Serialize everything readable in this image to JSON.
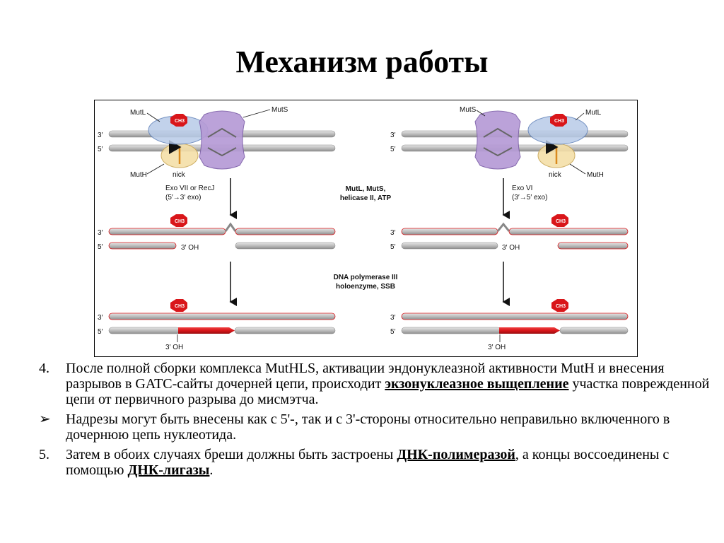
{
  "title": "Механизм работы",
  "diagram": {
    "left": {
      "mutl": "MutL",
      "muts": "MutS",
      "muth": "MutH",
      "nick": "nick",
      "ch3": "CH3",
      "strand_top": "3′",
      "strand_bottom": "5′",
      "exo_line1": "Exo VII or RecJ",
      "exo_line2": "(5′→3′ exo)",
      "oh_mid": "3′ OH",
      "oh_bottom": "3′ OH"
    },
    "right": {
      "mutl": "MutL",
      "muts": "MutS",
      "muth": "MutH",
      "nick": "nick",
      "ch3": "CH3",
      "strand_top": "3′",
      "strand_bottom": "5′",
      "exo_line1": "Exo VI",
      "exo_line2": "(3′→5′ exo)",
      "oh_mid": "3′ OH",
      "oh_bottom": "3′ OH"
    },
    "center_top_line1": "MutL, MutS,",
    "center_top_line2": "helicase II, ATP",
    "center_mid_line1": "DNA polymerase III",
    "center_mid_line2": "holoenzyme, SSB",
    "colors": {
      "strand": "#c8c8c8",
      "strand_edge": "#888888",
      "red": "#d9161a",
      "muts": "#b69bd6",
      "mutl": "#b8cbe8",
      "muth": "#f4dfa8"
    }
  },
  "notes": {
    "n4": {
      "marker": "4.",
      "text_before": "После полной сборки комплекса MutHLS, активации эндонуклеазной активности MutH и внесения разрывов в GATC-сайты дочерней цепи, происходит ",
      "bold": "экзонуклеазное выщепление",
      "text_after": " участка поврежденной цепи от первичного разрыва до мисмэтча."
    },
    "arrow": {
      "marker": "➢",
      "text": "Надрезы могут быть внесены как с 5'-, так и с 3'-стороны относительно неправильно включенного в дочернюю цепь нуклеотида."
    },
    "n5": {
      "marker": "5.",
      "text_before": "Затем в обоих случаях бреши должны быть застроены ",
      "bold1": "ДНК-полимеразой",
      "text_middle": ", а концы воссоединены с помощью ",
      "bold2": "ДНК-лигазы",
      "text_after": "."
    }
  }
}
